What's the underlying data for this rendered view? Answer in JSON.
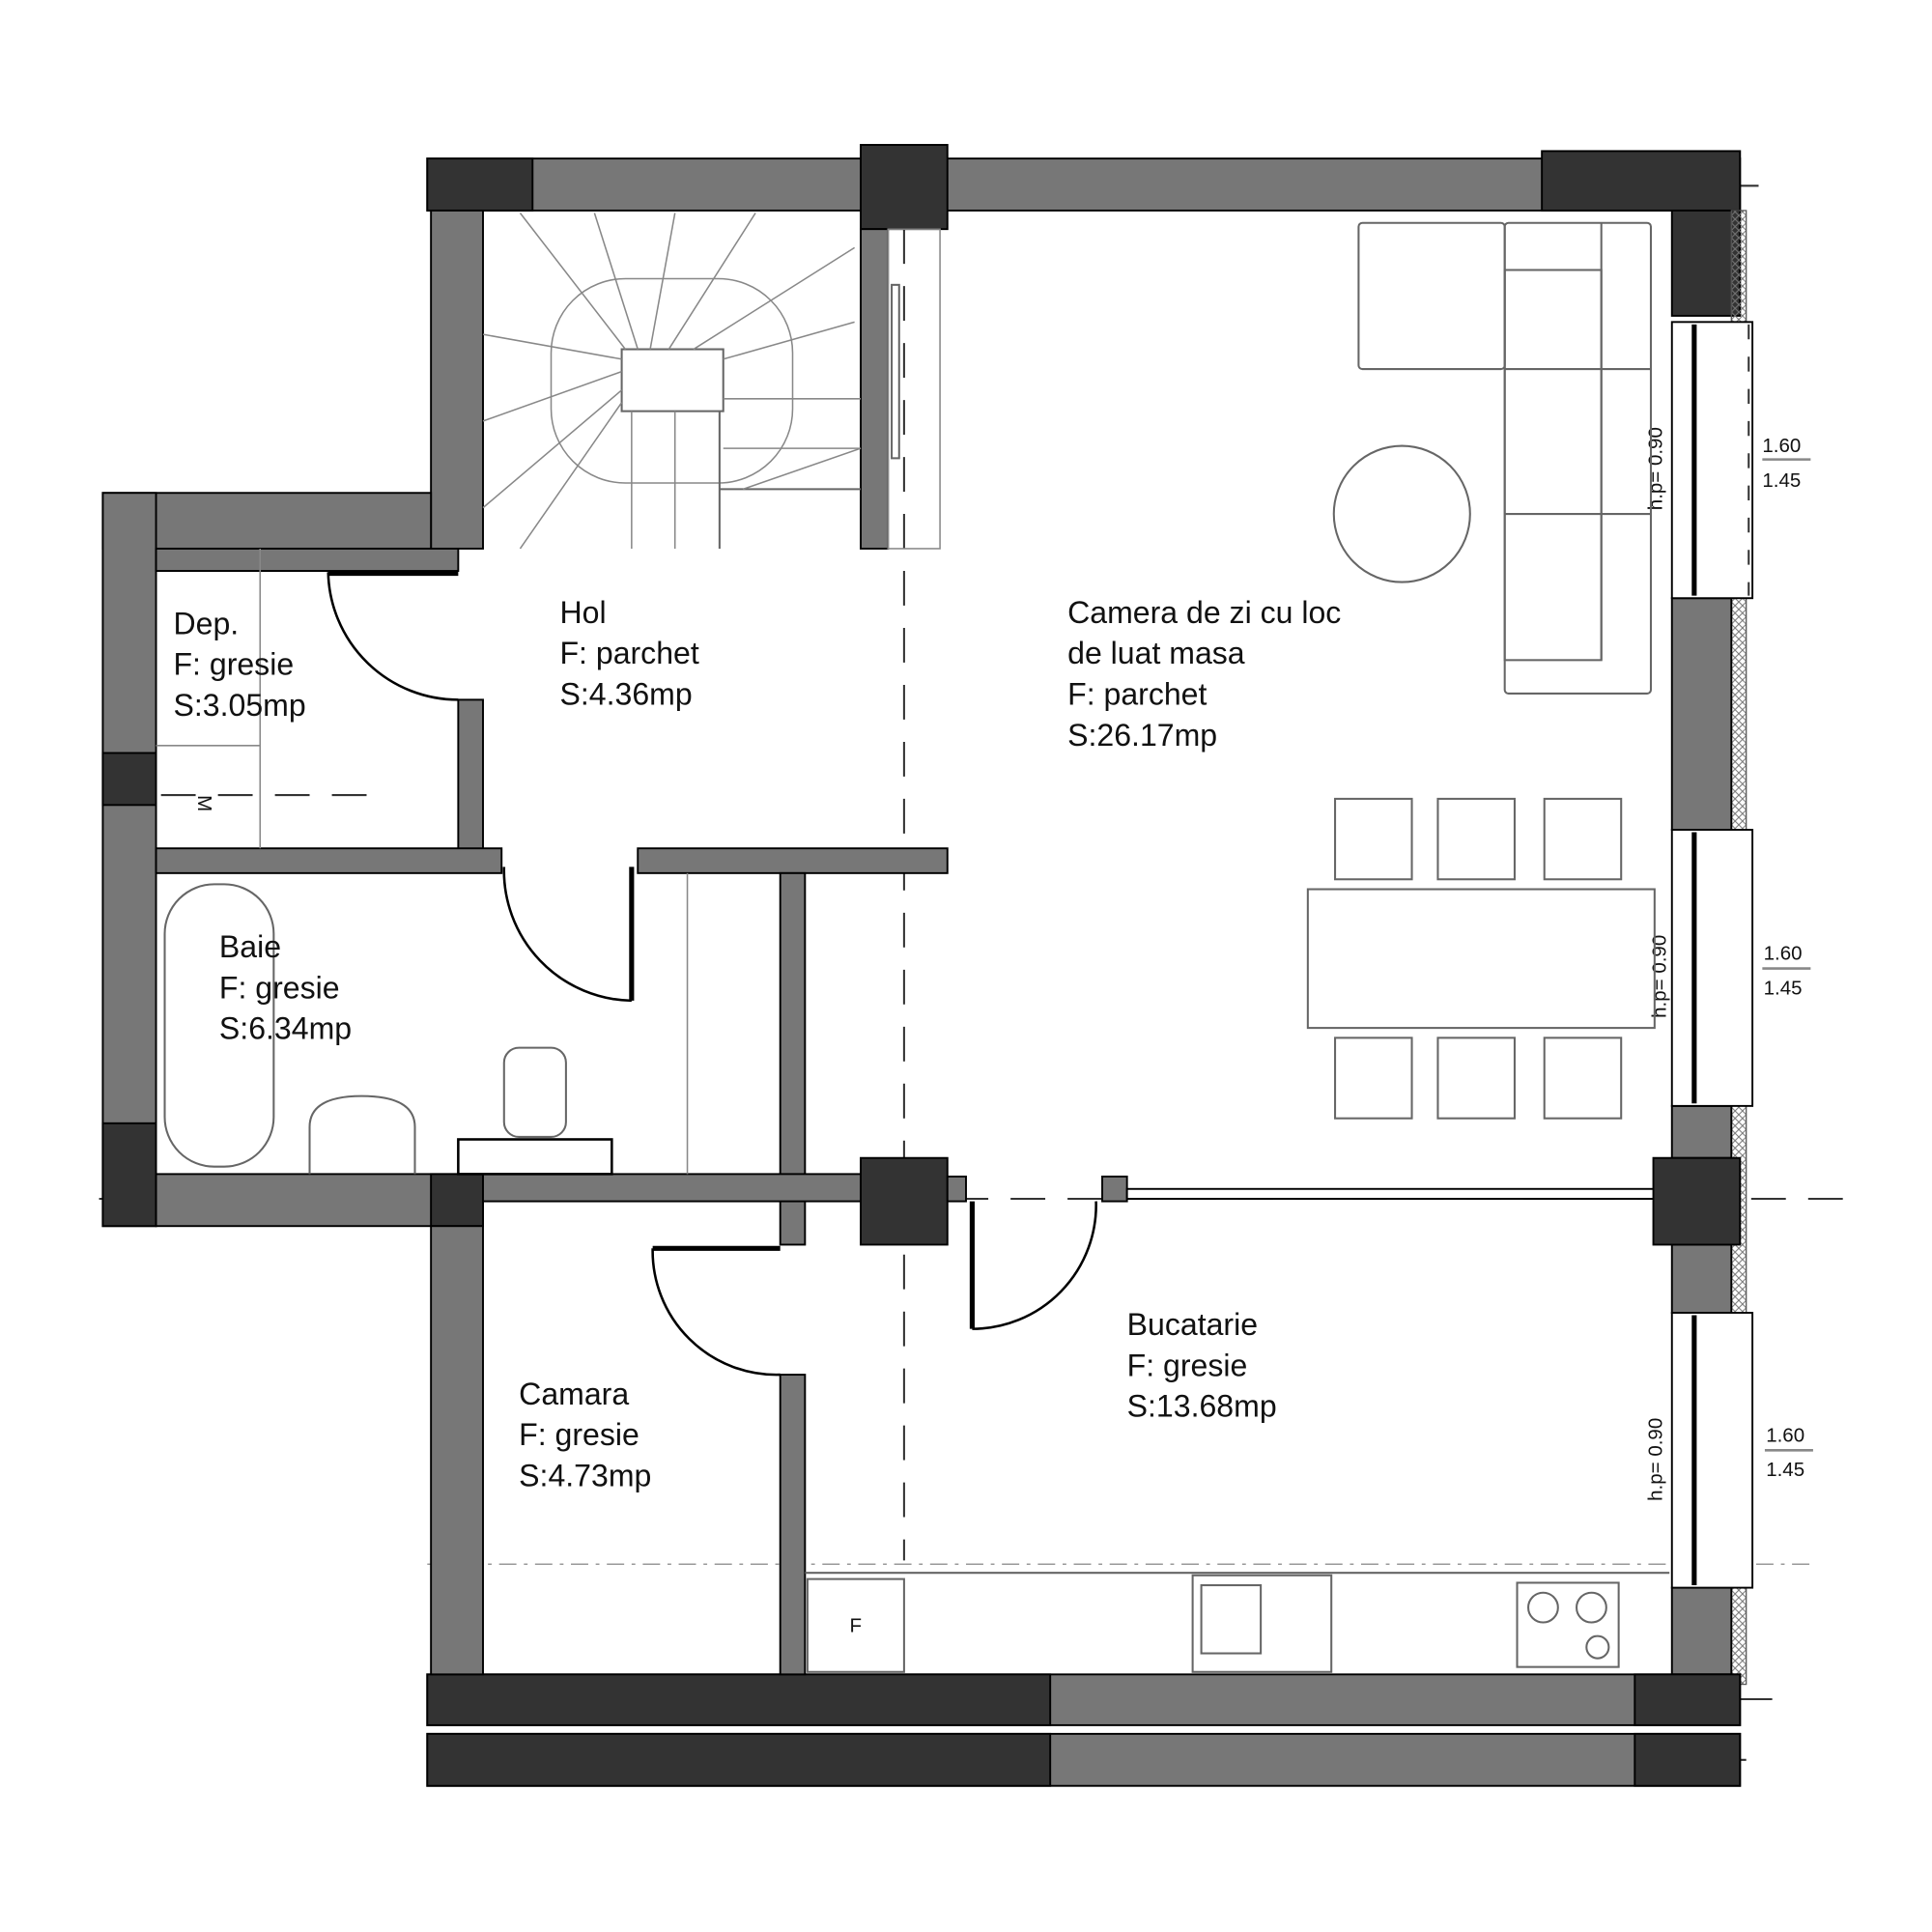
{
  "rooms": [
    {
      "name": "Dep.",
      "floor": "F: gresie",
      "area": "S:3.05mp"
    },
    {
      "name": "Hol",
      "floor": "F: parchet",
      "area": "S:4.36mp"
    },
    {
      "name": "Camera de zi cu loc",
      "name2": "de luat masa",
      "floor": "F: parchet",
      "area": "S:26.17mp"
    },
    {
      "name": "Baie",
      "floor": "F: gresie",
      "area": "S:6.34mp"
    },
    {
      "name": "Camara",
      "floor": "F: gresie",
      "area": "S:4.73mp"
    },
    {
      "name": "Bucatarie",
      "floor": "F: gresie",
      "area": "S:13.68mp"
    }
  ],
  "windows": [
    {
      "width": "1.60",
      "height": "1.45",
      "sill": "h.p= 0.90"
    },
    {
      "width": "1.60",
      "height": "1.45",
      "sill": "h.p= 0.90"
    },
    {
      "width": "1.60",
      "height": "1.45",
      "sill": "h.p= 0.90"
    }
  ],
  "appliances": {
    "washer": "M",
    "fridge": "F"
  },
  "colors": {
    "wall_dark": "#333333",
    "wall_gray": "#777777",
    "furniture": "#666666"
  }
}
